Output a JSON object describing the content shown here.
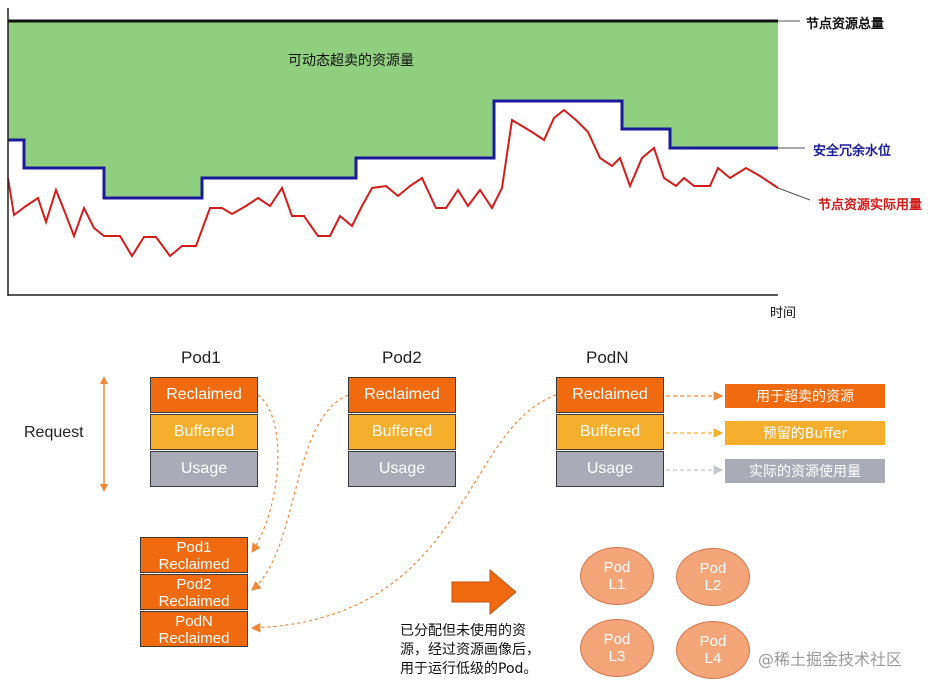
{
  "chart": {
    "green_area_label": "可动态超卖的资源量",
    "x_axis_label": "时间",
    "labels": {
      "total": "节点资源总量",
      "safety": "安全冗余水位",
      "actual": "节点资源实际用量"
    },
    "colors": {
      "green": "#8fcf7f",
      "safety_line": "#1a1a9a",
      "usage_line": "#d31c1c",
      "total_line": "#111111"
    }
  },
  "pods": [
    {
      "title": "Pod1",
      "reclaimed": "Reclaimed",
      "buffered": "Buffered",
      "usage": "Usage"
    },
    {
      "title": "Pod2",
      "reclaimed": "Reclaimed",
      "buffered": "Buffered",
      "usage": "Usage"
    },
    {
      "title": "PodN",
      "reclaimed": "Reclaimed",
      "buffered": "Buffered",
      "usage": "Usage"
    }
  ],
  "request_label": "Request",
  "legend_tags": {
    "reclaimed": "用于超卖的资源",
    "buffered": "预留的Buffer",
    "usage": "实际的资源使用量"
  },
  "reclaimed_stack": [
    {
      "line1": "Pod1",
      "line2": "Reclaimed"
    },
    {
      "line1": "Pod2",
      "line2": "Reclaimed"
    },
    {
      "line1": "PodN",
      "line2": "Reclaimed"
    }
  ],
  "note": {
    "line1": "已分配但未使用的资",
    "line2": "源，经过资源画像后，",
    "line3": "用于运行低级的Pod。"
  },
  "low_pods": [
    {
      "line1": "Pod",
      "line2": "L1"
    },
    {
      "line1": "Pod",
      "line2": "L2"
    },
    {
      "line1": "Pod",
      "line2": "L3"
    },
    {
      "line1": "Pod",
      "line2": "L4"
    }
  ],
  "watermark": "@稀土掘金技术社区"
}
